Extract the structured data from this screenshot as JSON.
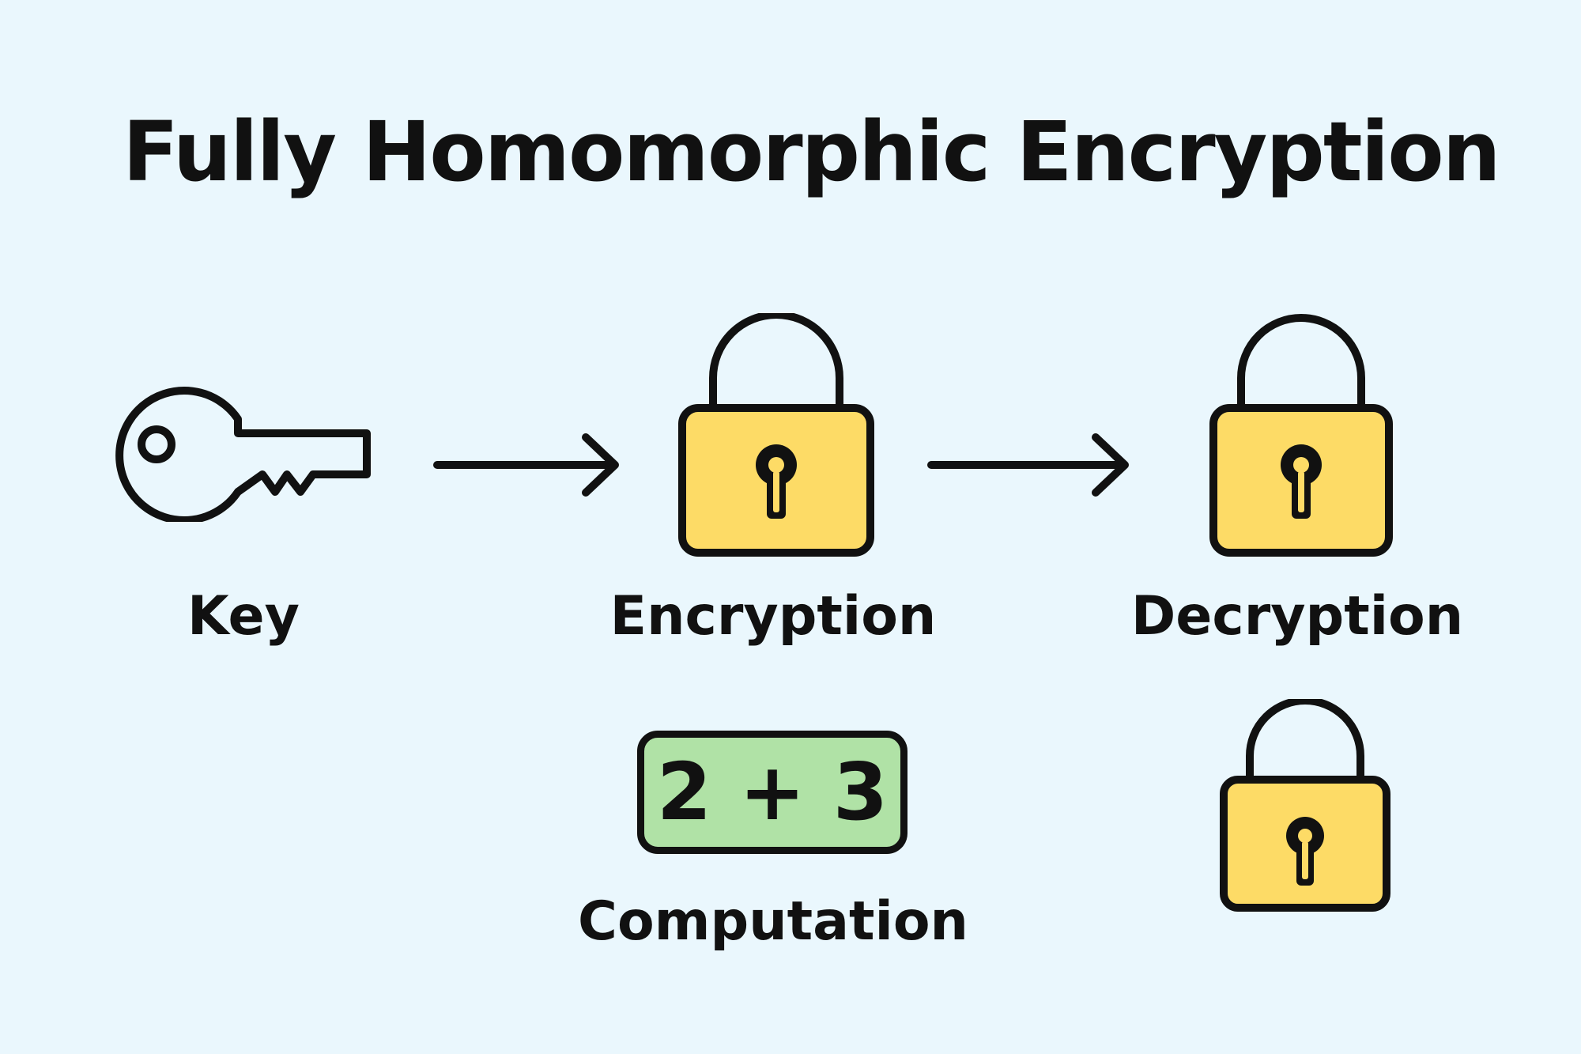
{
  "title": "Fully Homomorphic Encryption",
  "labels": {
    "key": "Key",
    "encryption": "Encryption",
    "decryption": "Decryption",
    "computation": "Computation"
  },
  "computation_expression": "2 + 3",
  "colors": {
    "background": "#eaf7fd",
    "lock_body": "#fddb66",
    "computation_box": "#b0e2a6",
    "stroke": "#111111"
  },
  "icons": [
    "key-icon",
    "arrow-right-icon",
    "padlock-icon",
    "arrow-right-icon",
    "padlock-icon",
    "padlock-icon"
  ]
}
